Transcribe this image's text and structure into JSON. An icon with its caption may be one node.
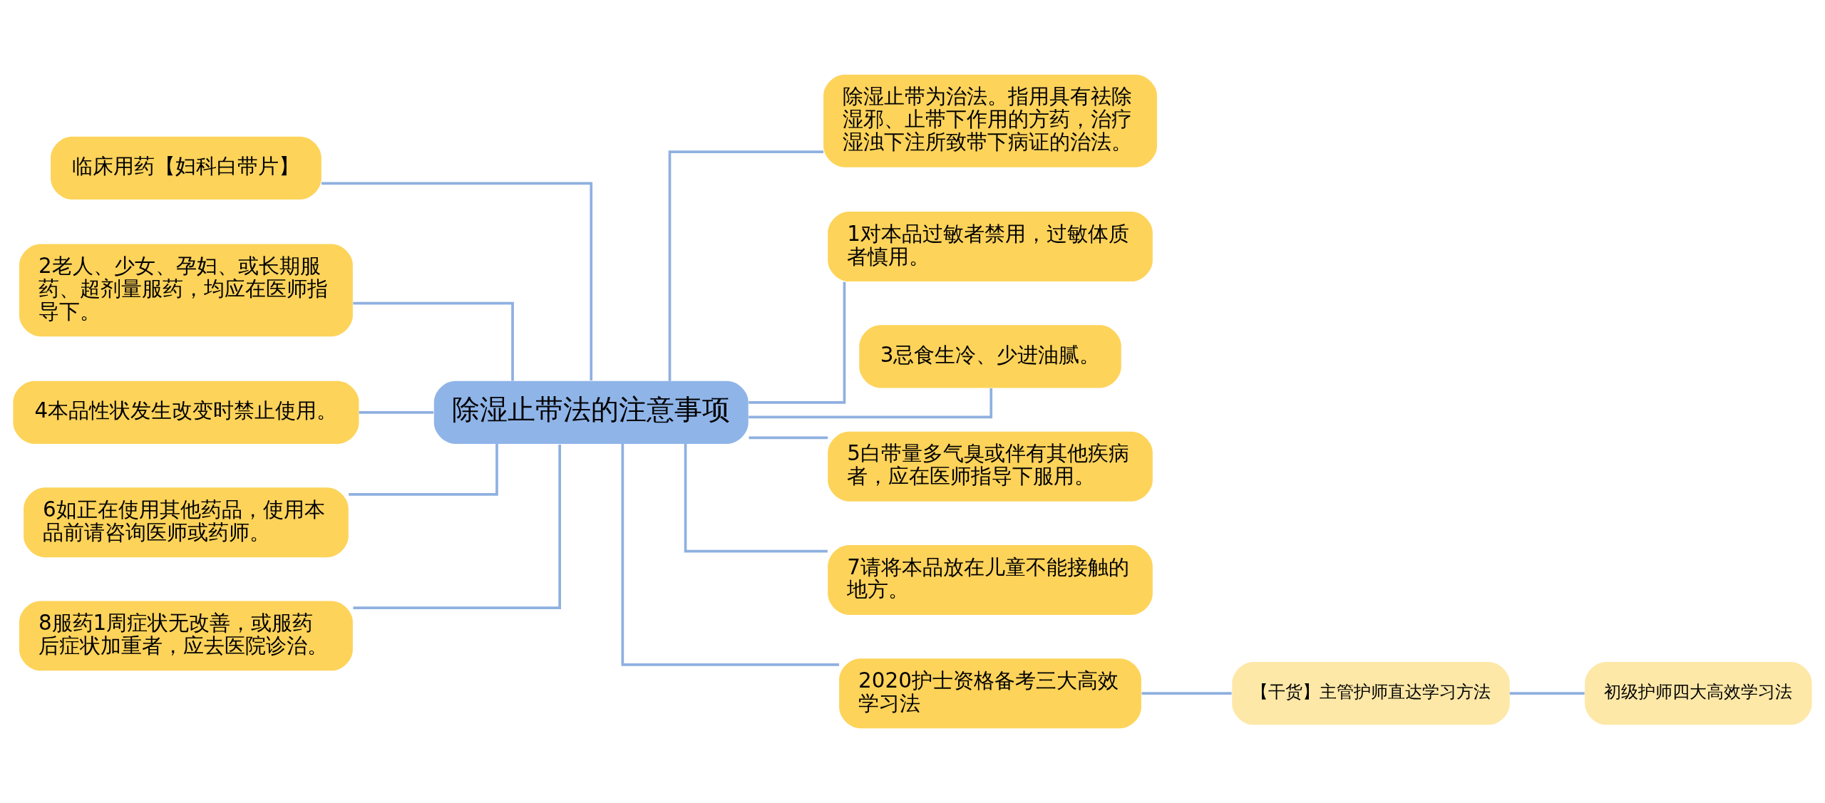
{
  "diagram": {
    "nodes": [
      {
        "text": [
          "除湿止带法的注意事项"
        ]
      },
      {
        "text": [
          "临床用药【妇科白带片】"
        ]
      },
      {
        "text": [
          "2老人、少女、孕妇、或长期服药、超剂量服药，均应在医师指导下。"
        ]
      },
      {
        "text": [
          "4本品性状发生改变时禁止使用。"
        ]
      },
      {
        "text": [
          "6如正在使用其他药品，使用本品前请咨询医师或药师。"
        ]
      },
      {
        "text": [
          "8服药1周症状无改善，或服药后症状加重者，应去医院诊治。"
        ]
      },
      {
        "text": [
          "除湿止带为治法。指用具有祛除湿邪、止带下作用的方药，治疗湿浊下注所致带下病证的治法。"
        ]
      },
      {
        "text": [
          "1对本品过敏者禁用，过敏体质者慎用。"
        ]
      },
      {
        "text": [
          "3忌食生冷、少进油腻。"
        ]
      },
      {
        "text": [
          "5白带量多气臭或伴有其他疾病者，应在医师指导下服用。"
        ]
      },
      {
        "text": [
          "7请将本品放在儿童不能接触的地方。"
        ]
      },
      {
        "text": [
          "2020护士资格备考三大高效学习法"
        ]
      },
      {
        "text": [
          "【干货】主管护师直达学习方法"
        ]
      },
      {
        "text": [
          "初级护师四大高效学习法"
        ]
      }
    ],
    "edges": [
      {
        "from": 0,
        "to": 1,
        "arrow": "none"
      },
      {
        "from": 0,
        "to": 2,
        "arrow": "none"
      },
      {
        "from": 0,
        "to": 3,
        "arrow": "none"
      },
      {
        "from": 0,
        "to": 4,
        "arrow": "none"
      },
      {
        "from": 0,
        "to": 5,
        "arrow": "none"
      },
      {
        "from": 0,
        "to": 6,
        "arrow": "none"
      },
      {
        "from": 0,
        "to": 7,
        "arrow": "none"
      },
      {
        "from": 0,
        "to": 8,
        "arrow": "none"
      },
      {
        "from": 0,
        "to": 9,
        "arrow": "none"
      },
      {
        "from": 0,
        "to": 10,
        "arrow": "none"
      },
      {
        "from": 0,
        "to": 11,
        "arrow": "none"
      },
      {
        "from": 11,
        "to": 12,
        "arrow": "none"
      },
      {
        "from": 12,
        "to": 13,
        "arrow": "none"
      }
    ]
  }
}
